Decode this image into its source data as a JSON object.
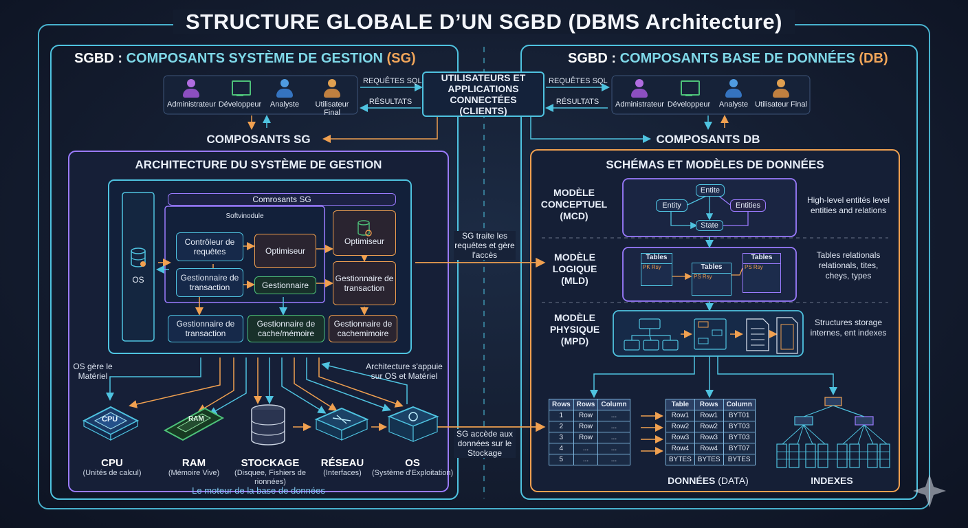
{
  "title": "STRUCTURE GLOBALE D’UN SGBD (DBMS Architecture)",
  "left_panel": {
    "head_a": "SGBD : ",
    "head_b": "COMPOSANTS SYSTÈME DE GESTION ",
    "head_c": "(SG)",
    "users": [
      "Administrateur",
      "Développeur",
      "Analyste",
      "Utilisateur Final"
    ],
    "requetes": "REQUÊTES SQL",
    "resultats": "RÉSULTATS",
    "components_title": "COMPOSANTS SG",
    "arch_title": "ARCHITECTURE DU SYSTÈME DE GESTION",
    "os_box": "OS",
    "comp_sg_header": "Comrosants SG",
    "softv": "Softvinodule",
    "controleur": "Contrôleur de requêtes",
    "optimiseur_mid": "Optimiseur",
    "optimiseur_right": "Optimiseur",
    "gest_trans_left": "Gestionnaire de transaction",
    "gestionnaire": "Gestionnaire",
    "gest_trans_right": "Gestionnaire de transaction",
    "bottom_boxes": [
      "Gestionnaire de transaction",
      "Gestionnaire de cache/mémoire",
      "Gestionnaire de cachemimoire"
    ],
    "os_gere": "OS gère le Matériel",
    "arch_appuie": "Architecture s'appuie sur OS et Matériel",
    "hardware": [
      {
        "name": "CPU",
        "sub": "(Unités de calcul)"
      },
      {
        "name": "RAM",
        "sub": "(Mémoire Vive)"
      },
      {
        "name": "STOCKAGE",
        "sub": "(Disquee, Fishiers de rionnées)"
      },
      {
        "name": "RÉSEAU",
        "sub": "(Interfaces)"
      },
      {
        "name": "OS",
        "sub": "(Système d'Exploitation)"
      }
    ],
    "cpu_chip": "CPU",
    "ram_chip": "RAM",
    "moteur": "Le moteur de la base de données"
  },
  "center": {
    "clients": "UTILISATEURS ET APPLICATIONS CONNECTÉES (CLIENTS)",
    "sg_traite": "SG traite les requêtes et gère l'accès",
    "sg_accede": "SG accède aux données sur le Stockage"
  },
  "right_panel": {
    "head_a": "SGBD : ",
    "head_b": "COMPOSANTS BASE DE DONNÉES ",
    "head_c": "(DB)",
    "users": [
      "Administrateur",
      "Développeur",
      "Analyste",
      "Utilisateur Final"
    ],
    "requetes": "REQUÊTES SQL",
    "resultats": "RÉSULTATS",
    "components_title": "COMPOSANTS DB",
    "schemas_title": "SCHÉMAS ET MODÈLES DE DONNÉES",
    "mcd_label": "MODÈLE CONCEPTUEL (MCD)",
    "mld_label": "MODÈLE LOGIQUE (MLD)",
    "mpd_label": "MODÈLE PHYSIQUE (MPD)",
    "entities": [
      "Entite",
      "Entity",
      "Entities",
      "State"
    ],
    "mcd_desc": "High-level entités level entities and relations",
    "mld_tables": [
      "Tables",
      "Tables",
      "Tables"
    ],
    "mld_cells": [
      "PK",
      "Rsy",
      "PS",
      "Rsy",
      "PS",
      "Rsy"
    ],
    "mld_desc": "Tables relationals relationals, tites, cheys, types",
    "mpd_desc": "Structures storage internes, ent indexes",
    "table1": {
      "headers": [
        "Rows",
        "Rows",
        "Column"
      ],
      "rows": [
        [
          "1",
          "Row",
          "..."
        ],
        [
          "2",
          "Row",
          "..."
        ],
        [
          "3",
          "Row",
          "..."
        ],
        [
          "4",
          "...",
          "..."
        ],
        [
          "5",
          "...",
          "..."
        ]
      ]
    },
    "table2": {
      "headers": [
        "Table",
        "Rows",
        "Column"
      ],
      "rows": [
        [
          "Row1",
          "Row1",
          "BYT01"
        ],
        [
          "Row2",
          "Row2",
          "BYT03"
        ],
        [
          "Row3",
          "Row3",
          "BYT03"
        ],
        [
          "Row4",
          "Row4",
          "BYT07"
        ],
        [
          "BYTES",
          "BYTES",
          "BYTES"
        ]
      ]
    },
    "donnees_a": "DONNÉES",
    "donnees_b": " (DATA)",
    "indexes": "INDEXES"
  },
  "colors": {
    "cyan": "#4fc3e0",
    "orange": "#f0a050",
    "purple": "#9b7bff",
    "green": "#4ec27a"
  }
}
